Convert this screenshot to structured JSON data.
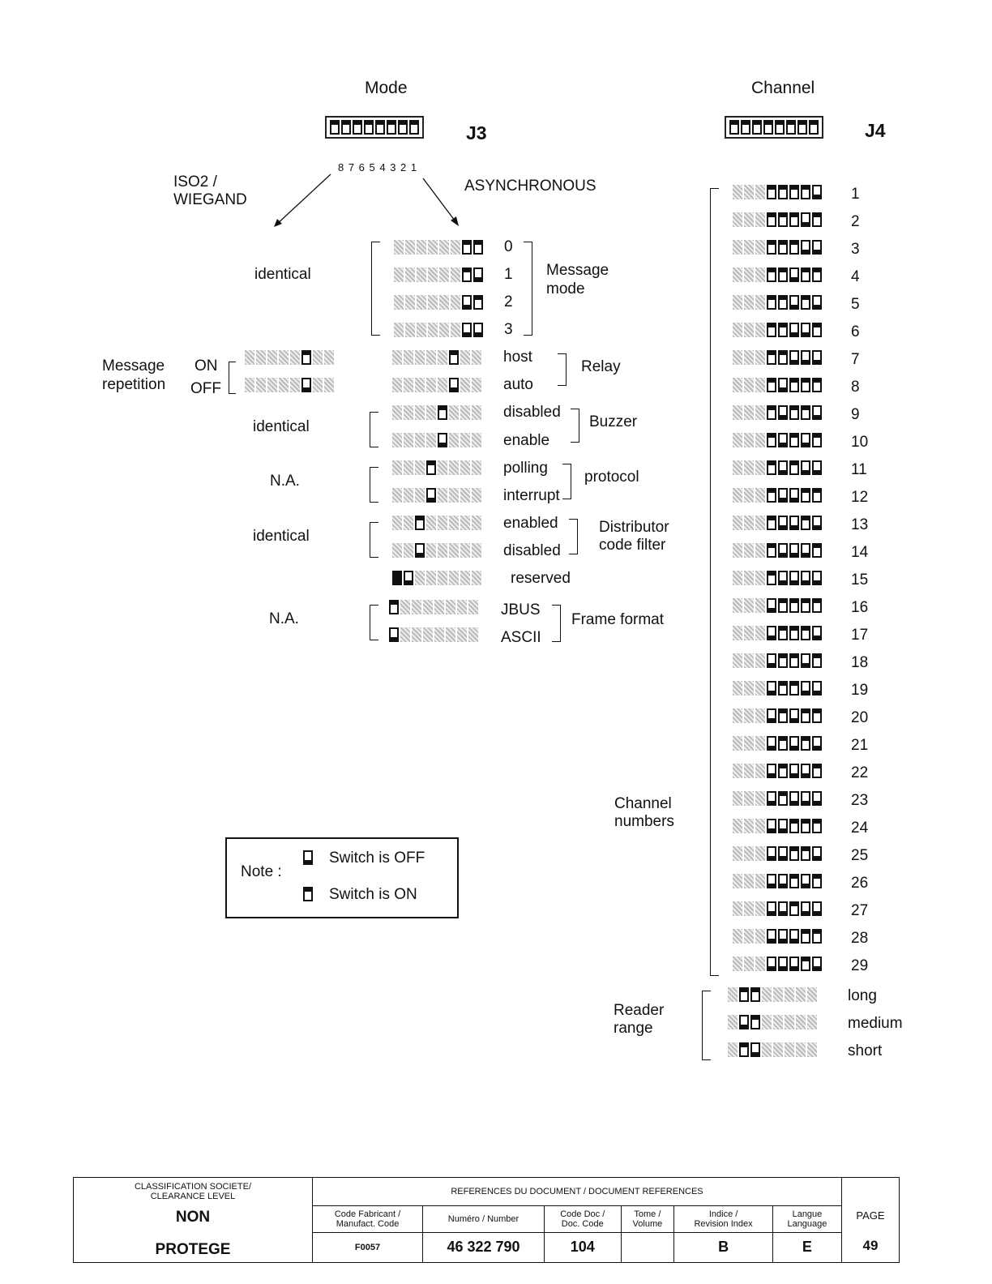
{
  "mode": {
    "title": "Mode",
    "connector": "J3",
    "pin_numbers": "8 7 6 5 4 3 2 1",
    "iso": "ISO2 /",
    "wiegand": "WIEGAND",
    "async": "ASYNCHRONOUS"
  },
  "channel": {
    "title": "Channel",
    "connector": "J4"
  },
  "labels": {
    "identical1": "identical",
    "message_mode_1": "Message",
    "message_mode_2": "mode",
    "msg_rep_1": "Message",
    "msg_rep_2": "repetition",
    "on": "ON",
    "off": "OFF",
    "relay": "Relay",
    "host": "host",
    "auto": "auto",
    "identical2": "identical",
    "buzzer": "Buzzer",
    "disabled": "disabled",
    "enable": "enable",
    "na1": "N.A.",
    "protocol": "protocol",
    "polling": "polling",
    "interrupt": "interrupt",
    "identical3": "identical",
    "dcf1": "Distributor",
    "dcf2": "code filter",
    "enabled": "enabled",
    "disabled2": "disabled",
    "reserved": "reserved",
    "na2": "N.A.",
    "frame": "Frame format",
    "jbus": "JBUS",
    "ascii": "ASCII",
    "m0": "0",
    "m1": "1",
    "m2": "2",
    "m3": "3"
  },
  "note": {
    "label": "Note :",
    "off": "Switch is OFF",
    "on": "Switch is ON"
  },
  "channel_numbers": {
    "l1": "Channel",
    "l2": "numbers",
    "items": [
      "1",
      "2",
      "3",
      "4",
      "5",
      "6",
      "7",
      "8",
      "9",
      "10",
      "11",
      "12",
      "13",
      "14",
      "15",
      "16",
      "17",
      "18",
      "19",
      "20",
      "21",
      "22",
      "23",
      "24",
      "25",
      "26",
      "27",
      "28",
      "29"
    ]
  },
  "reader_range": {
    "l1": "Reader",
    "l2": "range",
    "long": "long",
    "medium": "medium",
    "short": "short"
  },
  "footer": {
    "class1": "CLASSIFICATION SOCIETE/",
    "class2": "CLEARANCE LEVEL",
    "non": "NON",
    "protege": "PROTEGE",
    "refs": "REFERENCES DU DOCUMENT / DOCUMENT REFERENCES",
    "h1a": "Code Fabricant /",
    "h1b": "Manufact. Code",
    "h2": "Numéro / Number",
    "h3a": "Code Doc /",
    "h3b": "Doc. Code",
    "h4a": "Tome /",
    "h4b": "Volume",
    "h5a": "Indice /",
    "h5b": "Revision Index",
    "h6a": "Langue",
    "h6b": "Language",
    "page": "PAGE",
    "v1": "F0057",
    "v2": "46 322 790",
    "v3": "104",
    "v4": "",
    "v5": "B",
    "v6": "E",
    "v7": "49"
  }
}
